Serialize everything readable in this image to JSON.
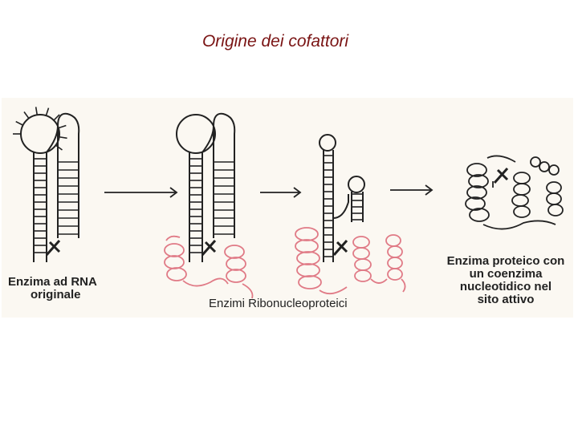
{
  "slide": {
    "title": "Origine dei cofattori"
  },
  "diagram": {
    "label_original": [
      "Enzima ad RNA",
      "originale"
    ],
    "label_rnp": "Enzimi Ribonucleoproteici",
    "label_protein": [
      "Enzima proteico con",
      "un coenzima",
      "nucleotidico nel",
      "sito attivo"
    ],
    "colors": {
      "ink": "#222222",
      "protein_pink": "#e07a86",
      "title": "#7a1414",
      "panel": "#fbf8f2"
    }
  }
}
